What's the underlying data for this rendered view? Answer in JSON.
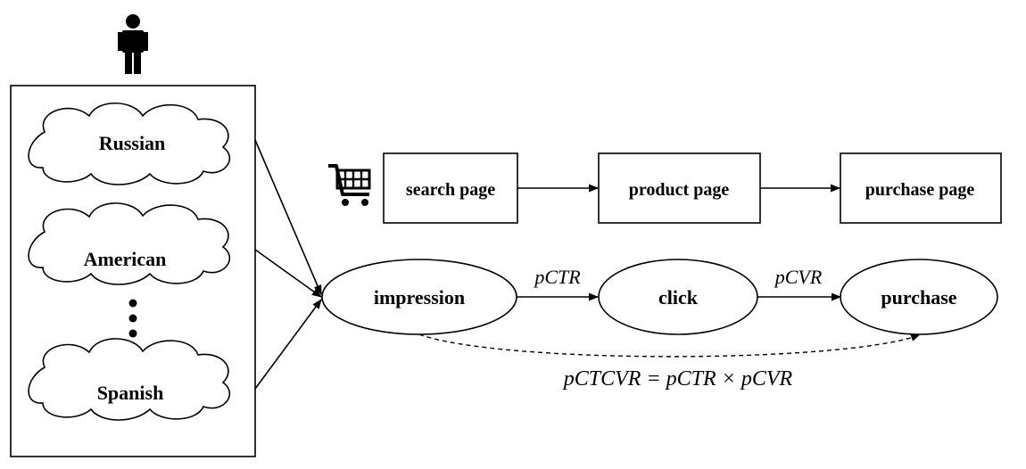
{
  "languages": {
    "first": "Russian",
    "second": "American",
    "ellipsis": "⋮",
    "last": "Spanish"
  },
  "pages": {
    "search": "search page",
    "product": "product page",
    "purchase": "purchase page"
  },
  "events": {
    "impression": "impression",
    "click": "click",
    "purchase": "purchase"
  },
  "edges": {
    "ctr": "pCTR",
    "cvr": "pCVR",
    "ctcvr": "pCTCVR = pCTR × pCVR"
  },
  "icons": {
    "user": "person-icon",
    "cart": "shopping-cart-icon"
  }
}
